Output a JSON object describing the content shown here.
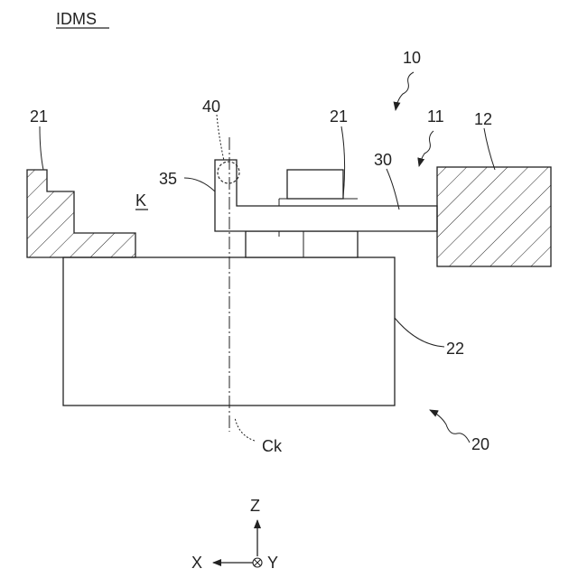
{
  "figure": {
    "title": "IDMS",
    "labels": {
      "l10": "10",
      "l11": "11",
      "l12": "12",
      "l20": "20",
      "l21_left": "21",
      "l21_right": "21",
      "l22": "22",
      "l30": "30",
      "l35": "35",
      "l40": "40",
      "lK": "K",
      "lCk": "Ck"
    },
    "axes": {
      "z": "Z",
      "x": "X",
      "y": "Y"
    }
  }
}
